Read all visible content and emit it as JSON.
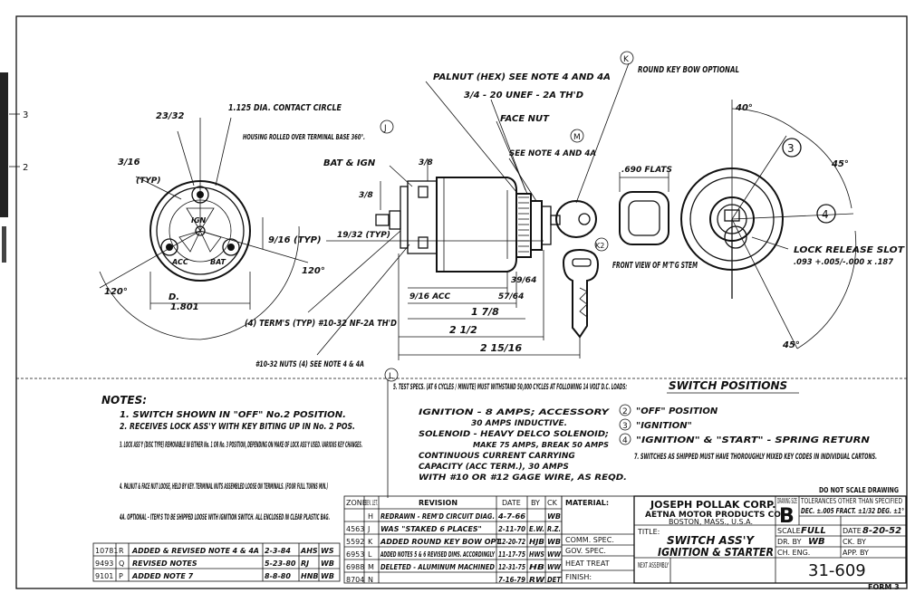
{
  "left_dims": {
    "contact_circle": "1.125 DIA. CONTACT CIRCLE",
    "d23_32": "23/32",
    "d3_16": "3/16",
    "typ": "(TYP)",
    "housing_note": "HOUSING ROLLED OVER TERMINAL BASE 360°.",
    "note_j": "J",
    "terminal_labels": [
      "IGN",
      "ACC",
      "BAT"
    ],
    "d9_16": "9/16 (TYP)",
    "a120_left": "120°",
    "a120_right": "120°",
    "d_dia": "D.",
    "d1801": "1.801"
  },
  "center_dims": {
    "palnut": "PALNUT (HEX) SEE NOTE 4 AND 4A",
    "thread": "3/4 - 20 UNEF - 2A TH'D",
    "face_nut": "FACE NUT",
    "see_note4": "SEE NOTE 4 AND 4A",
    "note_m": "M",
    "bat_ign": "BAT & IGN",
    "d3_8_a": "3/8",
    "d3_8_b": "3/8",
    "d19_32": "19/32 (TYP)",
    "d9_16_acc": "9/16 ACC",
    "d39_64": "39/64",
    "d57_64": "57/64",
    "d1_7_8": "1 7/8",
    "d2_1_2": "2 1/2",
    "d2_15_16": "2 15/16",
    "terms": "(4) TERM'S (TYP) #10-32 NF-2A TH'D",
    "nuts": "#10-32 NUTS (4) SEE NOTE 4 & 4A",
    "note_k": "K",
    "note_k2": "K2",
    "key_bow": "ROUND KEY BOW OPTIONAL",
    "flats": ".690 FLATS",
    "front_view": "FRONT VIEW OF M'T'G STEM"
  },
  "right_dims": {
    "a40": "40°",
    "a45_top": "45°",
    "a45_bottom": "45°",
    "pos3": "3",
    "pos4": "4",
    "lock_release": "LOCK RELEASE SLOT",
    "lock_release_dim": ".093 +.005/-.000 x .187"
  },
  "notes": {
    "title": "NOTES:",
    "items": [
      "1. SWITCH SHOWN IN \"OFF\" No.2 POSITION.",
      "2. RECEIVES LOCK ASS'Y WITH KEY BITING UP IN No. 2 POS.",
      "3. LOCK ASS'Y (DISC TYPE) REMOVABLE IN EITHER No. 1 OR No. 3 POSITION, DEPENDING ON MAKE OF LOCK ASS'Y USED. VARIOUS KEY CHANGES.",
      "4. PALNUT & FACE NUT LOOSE, HELD BY KEY. TERMINAL NUTS ASSEMBLED LOOSE ON TERMINALS. (FOUR FULL TURNS MIN.)",
      "4A. OPTIONAL - ITEM'S TO BE SHIPPED LOOSE WITH IGNITION SWITCH. ALL ENCLOSED IN CLEAR PLASTIC BAG."
    ]
  },
  "test_specs": {
    "heading": "5. TEST SPECS. (AT 6 CYCLES / MINUTE) MUST WITHSTAND 50,000 CYCLES AT FOLLOWING 14 VOLT D.C. LOADS:",
    "lines": [
      "IGNITION - 8 AMPS; ACCESSORY",
      "30 AMPS INDUCTIVE.",
      "SOLENOID - HEAVY DELCO SOLENOID;",
      "MAKE 75 AMPS, BREAK 50 AMPS",
      "CONTINUOUS CURRENT CARRYING",
      "CAPACITY (ACC TERM.), 30 AMPS",
      "WITH #10 OR #12 GAGE WIRE, AS REQD."
    ],
    "note_l": "L"
  },
  "switch_positions": {
    "title": "SWITCH POSITIONS",
    "items": [
      {
        "num": "2",
        "text": "\"OFF\" POSITION"
      },
      {
        "num": "3",
        "text": "\"IGNITION\""
      },
      {
        "num": "4",
        "text": "\"IGNITION\" & \"START\" - SPRING RETURN"
      }
    ],
    "note7": "7. SWITCHES AS SHIPPED MUST HAVE THOROUGHLY MIXED KEY CODES IN INDIVIDUAL CARTONS."
  },
  "revisions_left": [
    {
      "num": "10781",
      "rev": "R",
      "text": "ADDED & REVISED NOTE 4 & 4A",
      "date": "2-3-84",
      "by": "AHS",
      "chk": "WS"
    },
    {
      "num": "9493",
      "rev": "Q",
      "text": "REVISED NOTES",
      "date": "5-23-80",
      "by": "RJ",
      "chk": "WB"
    },
    {
      "num": "9101",
      "rev": "P",
      "text": "ADDED NOTE 7",
      "date": "8-8-80",
      "by": "HNB",
      "chk": "WB"
    }
  ],
  "revisions_main": {
    "headers": [
      "ZONE",
      "REV. LET.",
      "REVISION",
      "DATE",
      "BY",
      "CK"
    ],
    "rows": [
      {
        "zone": "",
        "rev": "H",
        "text": "REDRAWN - REM'D CIRCUIT DIAG.",
        "date": "4-7-66",
        "by": "",
        "ck": "WB"
      },
      {
        "zone": "4563",
        "rev": "J",
        "text": "WAS \"STAKED 6 PLACES\"",
        "date": "2-11-70",
        "by": "E.W.",
        "ck": "R.Z."
      },
      {
        "zone": "5592",
        "rev": "K",
        "text": "ADDED ROUND KEY BOW OPT.",
        "date": "12-20-72",
        "by": "HJB",
        "ck": "WB"
      },
      {
        "zone": "6953",
        "rev": "L",
        "text": "ADDED NOTES 5 & 6 REVISED DIMS. ACCORDINGLY",
        "date": "11-17-75",
        "by": "HWS",
        "ck": "WW"
      },
      {
        "zone": "6988",
        "rev": "M",
        "text": "DELETED - ALUMINUM MACHINED",
        "date": "12-31-75",
        "by": "HB",
        "ck": "WW"
      },
      {
        "zone": "8704",
        "rev": "N",
        "text": "",
        "date": "7-16-79",
        "by": "RW",
        "ck": "DET"
      }
    ]
  },
  "spec_block": {
    "material": "MATERIAL:",
    "labels": [
      "COMM. SPEC.",
      "GOV. SPEC.",
      "HEAT TREAT",
      "FINISH:"
    ]
  },
  "title_block": {
    "company": "JOSEPH POLLAK CORP.",
    "division": "AETNA MOTOR PRODUCTS CO.",
    "location": "BOSTON, MASS., U.S.A.",
    "drawing_size_label": "DRAWING SIZE",
    "size_letter": "B",
    "do_not_scale": "DO NOT SCALE DRAWING",
    "tolerances": "TOLERANCES OTHER THAN SPECIFIED",
    "dec": "DEC. ±.005 FRACT. ±1/32 DEG. ±1°",
    "scale_label": "SCALE",
    "scale": "FULL",
    "date_label": "DATE",
    "date": "8-20-52",
    "dr_label": "DR. BY",
    "dr": "WB",
    "ck_label": "CK. BY",
    "ch_eng": "CH. ENG.",
    "app_by": "APP. BY",
    "title_label": "TITLE:",
    "title_line1": "SWITCH ASS'Y",
    "title_line2": "IGNITION & STARTER",
    "next_assembly": "NEXT ASSEMBLY",
    "drawing_number": "31-609",
    "form": "FORM 3"
  },
  "margin": {
    "mark3": "3",
    "mark2": "2"
  }
}
